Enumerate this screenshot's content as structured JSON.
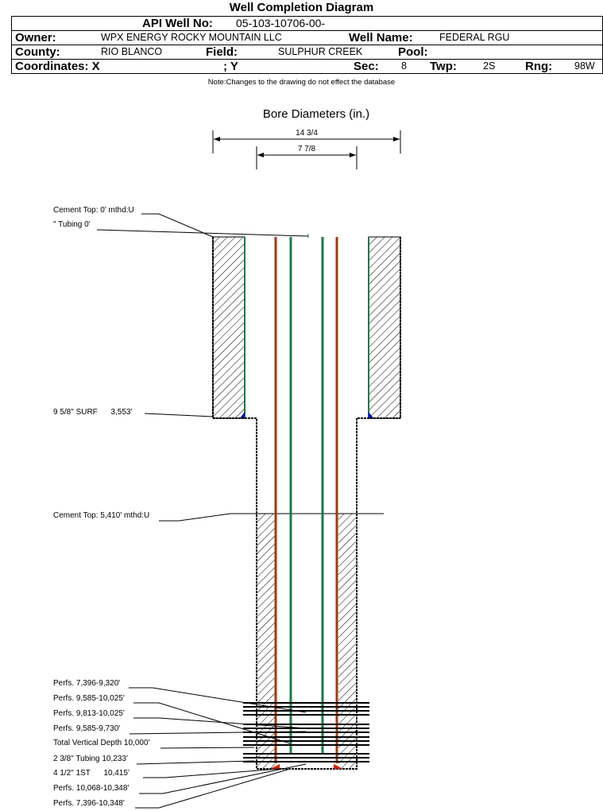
{
  "header": {
    "title": "Well Completion Diagram",
    "api_label": "API Well No:",
    "api_value": "05-103-10706-00-",
    "owner_label": "Owner:",
    "owner_value": "WPX ENERGY ROCKY MOUNTAIN LLC",
    "well_name_label": "Well Name:",
    "well_name_value": "FEDERAL RGU",
    "county_label": "County:",
    "county_value": "RIO BLANCO",
    "field_label": "Field:",
    "field_value": "SULPHUR CREEK",
    "pool_label": "Pool:",
    "pool_value": "",
    "coords_label": "Coordinates: X",
    "coords_y_label": "; Y",
    "sec_label": "Sec:",
    "sec_value": "8",
    "twp_label": "Twp:",
    "twp_value": "2S",
    "rng_label": "Rng:",
    "rng_value": "98W",
    "note": "Note:Changes to the drawing do not effect the database"
  },
  "diagram": {
    "bore_title": "Bore Diameters (in.)",
    "bore_outer": "14 3/4",
    "bore_inner": "7 7/8",
    "colors": {
      "casing": "#1a7a4a",
      "tubing_red": "#cc2200",
      "tubing_brown": "#8b4513",
      "shoe": "#0000cc",
      "hatch": "#000000"
    },
    "labels": [
      "Cement Top: 0' mthd:U",
      "\" Tubing 0'",
      "9 5/8\" SURF      3,553'",
      "Cement Top: 5,410' mthd:U",
      "Perfs. 7,396-9,320'",
      "Perfs. 9,585-10,025'",
      "Perfs. 9,813-10,025'",
      "Perfs. 9,585-9,730'",
      "Total Vertical Depth 10,000'",
      "2 3/8\" Tubing 10,233'",
      "4 1/2\" 1ST      10,415'",
      "Perfs. 10,068-10,348'",
      "Perfs. 7,396-10,348'"
    ]
  }
}
